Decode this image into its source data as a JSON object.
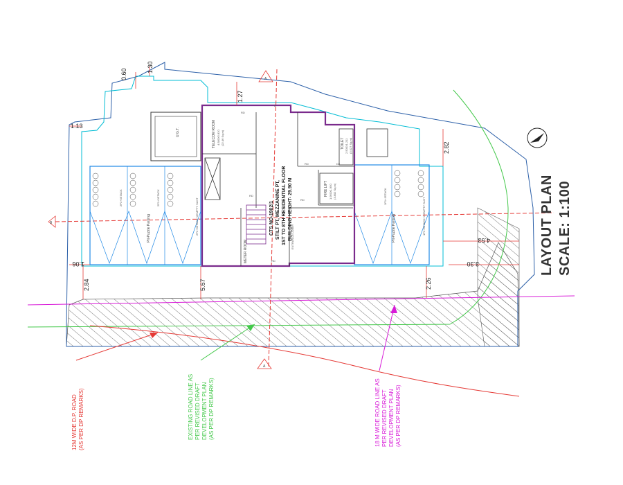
{
  "drawing": {
    "title": "LAYOUT PLAN",
    "scale": "SCALE: 1:100",
    "cts_block": {
      "line1": "CTS NO-1902/1",
      "line2": "STILT PT, MEZZANINE PT,",
      "line3": "1ST TO 8TH RESIDENTIAL FLOOR",
      "line4": "BUILDING HEIGHT- 29.90 M"
    },
    "dimensions": {
      "d060": "0.60",
      "d130": "1.30",
      "d113": "1.13",
      "d127": "1.27",
      "d282": "2.82",
      "d453": "4.53",
      "d330": "3.30",
      "d106": "1.06",
      "d284": "2.84",
      "d567": "5.67",
      "d226": "2.26"
    },
    "rooms": {
      "ugt": "U.G.T.",
      "telecom": "TELECOM ROOM",
      "telecom_size": "4.580X5.820",
      "telecom_area": "(22.46 Sq.m)",
      "toilet": "TOILET",
      "toilet_size": "2.500X1.211",
      "toilet_area": "(3.027 Sq.m)",
      "fire_lift": "FIRE LIFT",
      "fire_lift_size": "1.950X1.950",
      "fire_lift_area": "(3.802 Sq.m)",
      "meter_room": "METER ROOM",
      "entrance": "ENTRANCE LOBBY"
    },
    "markers": {
      "rd1": "RD",
      "rd2": "RD",
      "rd3": "RD",
      "rd4": "RD",
      "rd5": "RD",
      "d_mark": "D",
      "d2_mark": "D2",
      "a_top": "A",
      "a_bottom": "A",
      "b_left": "B"
    },
    "parking": {
      "stack_left": "2P1+3STACK",
      "stack_mid": "2P1+3STACK",
      "empty_slot": "2P1+3STACK+2EMPTY SLOT",
      "puzzle_left": "Pit-Puzzle Parking",
      "stack_right": "1P1+3STACK",
      "empty_slot_right": "1P1+3STACK+2 EMPTY SLOT",
      "puzzle_right": "Pit-Puzzle Parking"
    },
    "road_notes": {
      "red": [
        "12M WIDE D.P. ROAD",
        "(AS PER DP REMARKS)"
      ],
      "green": [
        "EXISTING ROAD LINE AS",
        "PER REVISED DRAFT",
        "DEVELOPMENT PLAN",
        "(AS PER DP REMARKS)"
      ],
      "magenta": [
        "18 M WIDE ROAD LINE AS",
        "PER REVISED DRAFT",
        "DEVELOPMENT PLAN",
        "(AS PER DP REMARKS)"
      ]
    },
    "colors": {
      "boundary": "#2b5fa8",
      "building": "#7a2a8c",
      "setback": "#00bcd4",
      "parking": "#1e88e5",
      "red": "#e53935",
      "green": "#43c84a",
      "magenta": "#d81bd8",
      "hatch": "#555555"
    }
  }
}
